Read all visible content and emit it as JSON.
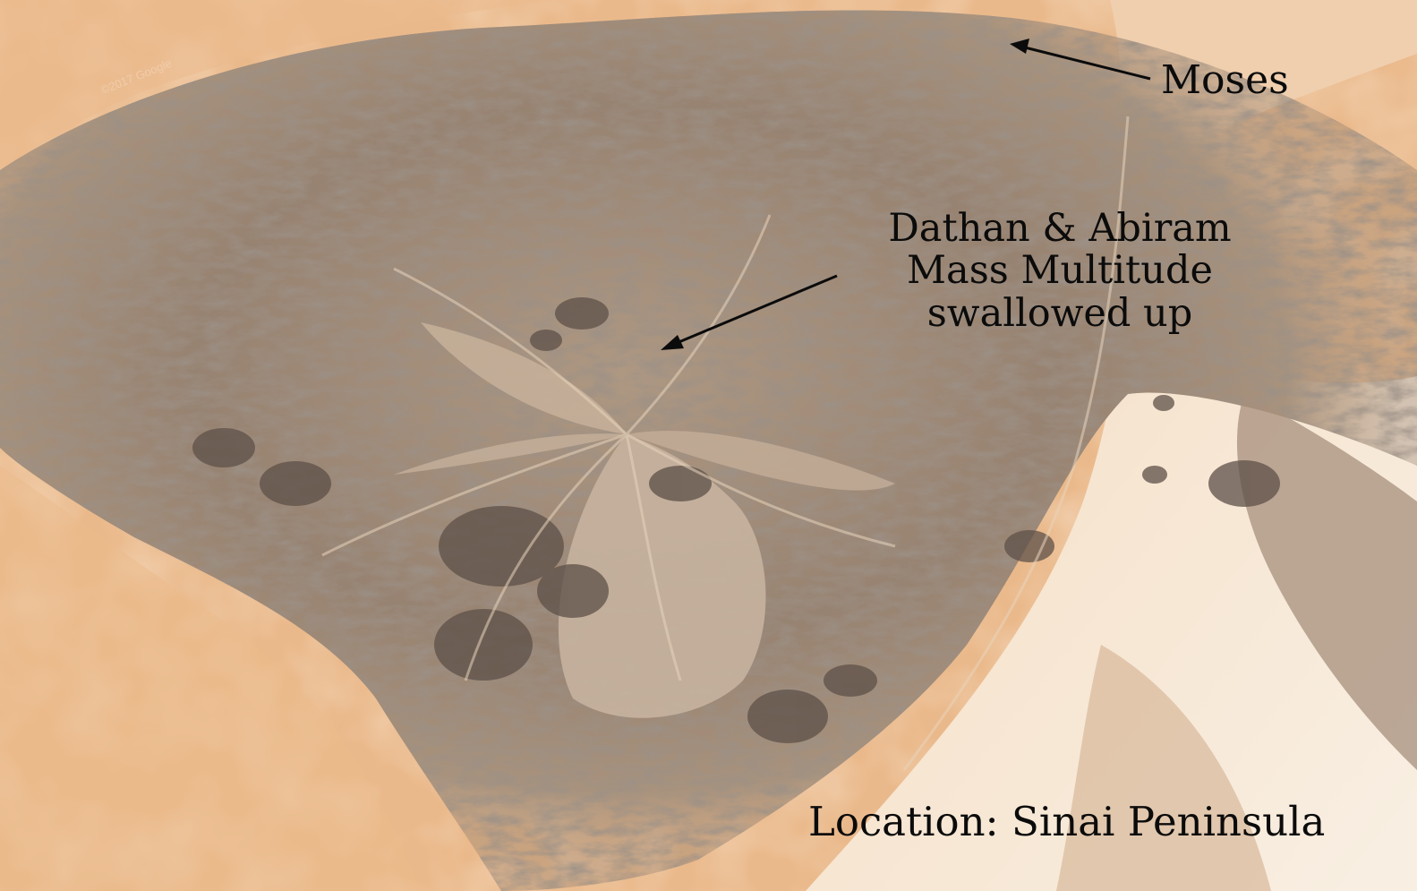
{
  "map": {
    "type": "satellite",
    "colors": {
      "desert_sand": "#eab98b",
      "light_sand": "#f3d8b6",
      "plain_white": "#f7eadb",
      "mountain_brown": "#8a7666",
      "dark_rock": "#5d5048",
      "mid_rock": "#a89280",
      "label_text": "#0b0b0b"
    }
  },
  "annotations": {
    "moses": {
      "text": "Moses"
    },
    "event": {
      "lines": [
        "Dathan & Abiram",
        "Mass Multitude",
        "swallowed up"
      ]
    },
    "location": {
      "text": "Location: Sinai Peninsula"
    }
  }
}
